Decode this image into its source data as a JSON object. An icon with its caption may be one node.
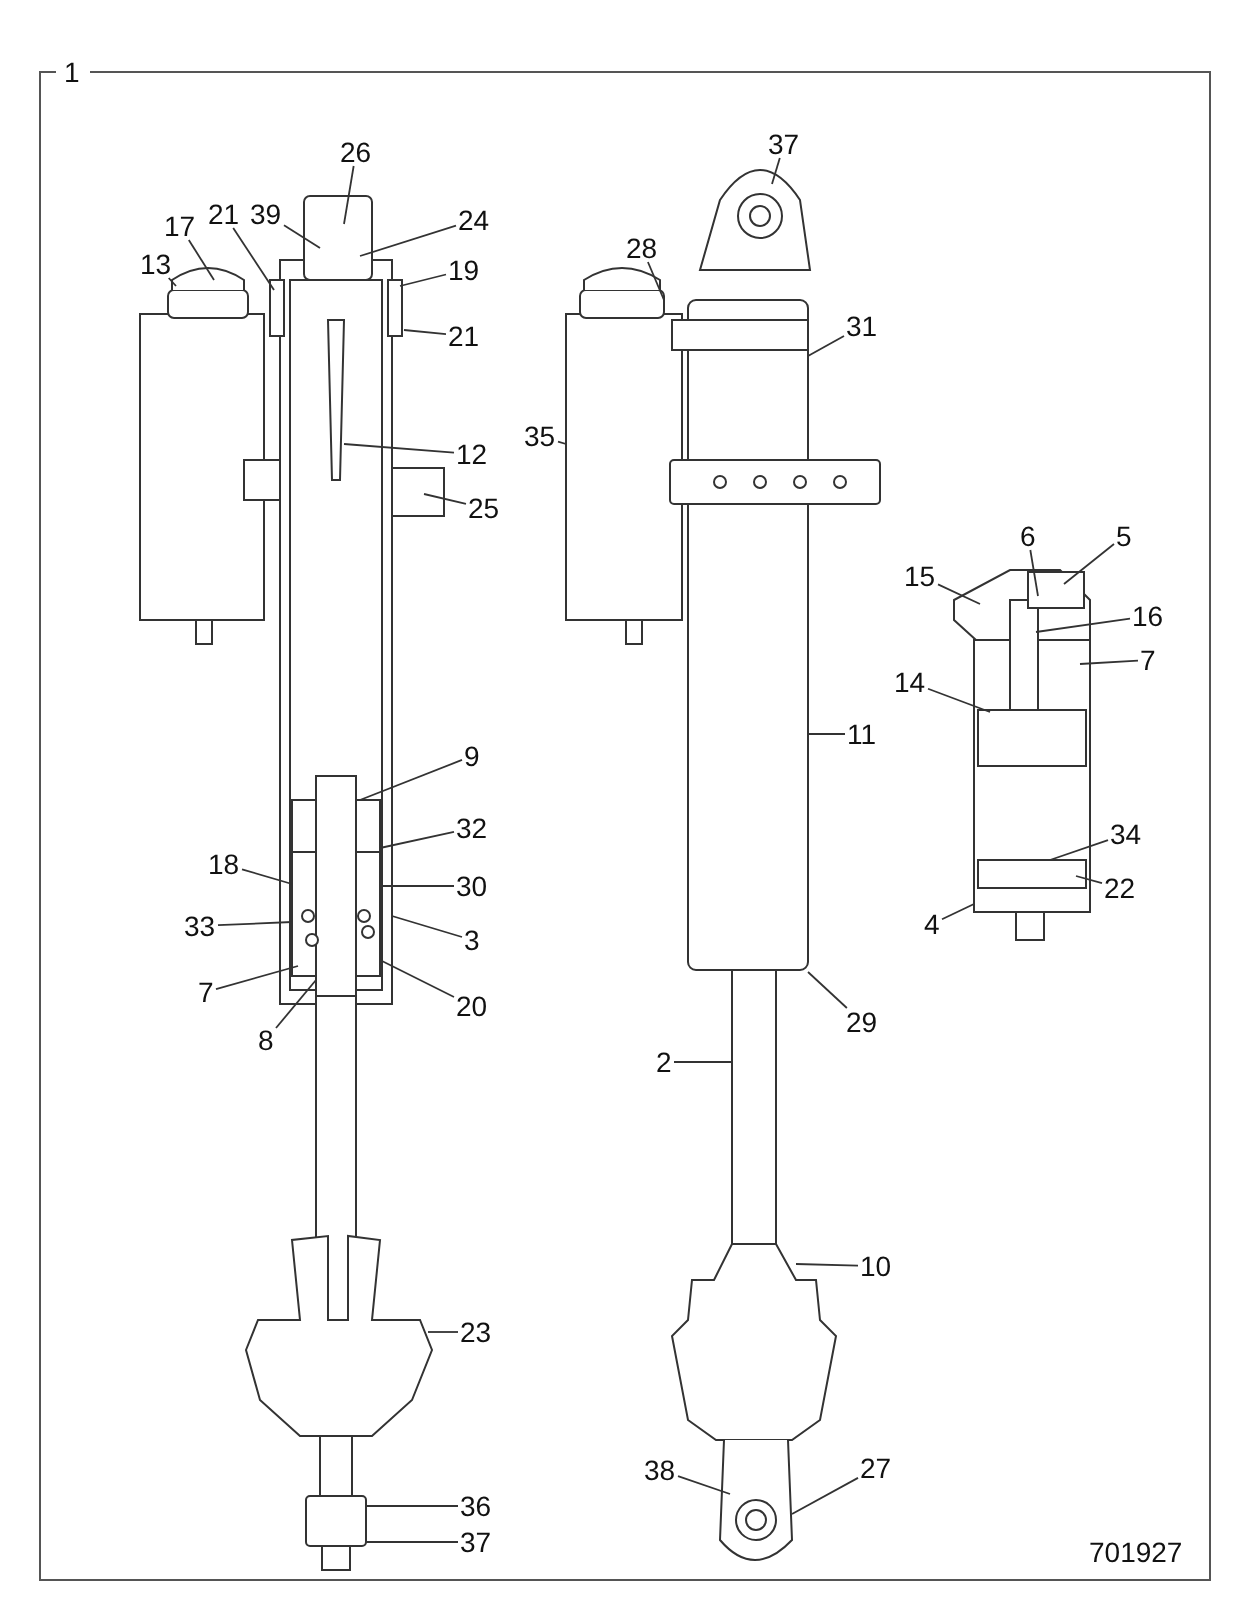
{
  "diagram": {
    "nodes": [
      {
        "text": [
          "26"
        ]
      },
      {
        "text": [
          "37"
        ]
      },
      {
        "text": [
          "17"
        ]
      },
      {
        "text": [
          "21"
        ]
      },
      {
        "text": [
          "39"
        ]
      },
      {
        "text": [
          "24"
        ]
      },
      {
        "text": [
          "28"
        ]
      },
      {
        "text": [
          "13"
        ]
      },
      {
        "text": [
          "19"
        ]
      },
      {
        "text": [
          "31"
        ]
      },
      {
        "text": [
          "21"
        ]
      },
      {
        "text": [
          "35"
        ]
      },
      {
        "text": [
          "12"
        ]
      },
      {
        "text": [
          "25"
        ]
      },
      {
        "text": [
          "6"
        ]
      },
      {
        "text": [
          "5"
        ]
      },
      {
        "text": [
          "15"
        ]
      },
      {
        "text": [
          "16"
        ]
      },
      {
        "text": [
          "7"
        ]
      },
      {
        "text": [
          "14"
        ]
      },
      {
        "text": [
          "11"
        ]
      },
      {
        "text": [
          "9"
        ]
      },
      {
        "text": [
          "32"
        ]
      },
      {
        "text": [
          "34"
        ]
      },
      {
        "text": [
          "18"
        ]
      },
      {
        "text": [
          "30"
        ]
      },
      {
        "text": [
          "22"
        ]
      },
      {
        "text": [
          "33"
        ]
      },
      {
        "text": [
          "4"
        ]
      },
      {
        "text": [
          "3"
        ]
      },
      {
        "text": [
          "7"
        ]
      },
      {
        "text": [
          "20"
        ]
      },
      {
        "text": [
          "29"
        ]
      },
      {
        "text": [
          "8"
        ]
      },
      {
        "text": [
          "2"
        ]
      },
      {
        "text": [
          "10"
        ]
      },
      {
        "text": [
          "23"
        ]
      },
      {
        "text": [
          "27"
        ]
      },
      {
        "text": [
          "38"
        ]
      },
      {
        "text": [
          "36"
        ]
      },
      {
        "text": [
          "37"
        ]
      }
    ],
    "edges": [
      {
        "from": 0,
        "to": null,
        "arrow": "none"
      },
      {
        "from": 1,
        "to": null,
        "arrow": "none"
      },
      {
        "from": 2,
        "to": null,
        "arrow": "none"
      },
      {
        "from": 3,
        "to": null,
        "arrow": "none"
      },
      {
        "from": 4,
        "to": null,
        "arrow": "none"
      },
      {
        "from": 5,
        "to": null,
        "arrow": "none"
      },
      {
        "from": 6,
        "to": null,
        "arrow": "none"
      },
      {
        "from": 7,
        "to": null,
        "arrow": "none"
      },
      {
        "from": 8,
        "to": null,
        "arrow": "none"
      },
      {
        "from": 9,
        "to": null,
        "arrow": "none"
      },
      {
        "from": 10,
        "to": null,
        "arrow": "none"
      },
      {
        "from": 11,
        "to": null,
        "arrow": "none"
      },
      {
        "from": 12,
        "to": null,
        "arrow": "none"
      },
      {
        "from": 13,
        "to": null,
        "arrow": "none"
      },
      {
        "from": 14,
        "to": null,
        "arrow": "none"
      },
      {
        "from": 15,
        "to": null,
        "arrow": "none"
      },
      {
        "from": 16,
        "to": null,
        "arrow": "none"
      },
      {
        "from": 17,
        "to": null,
        "arrow": "none"
      },
      {
        "from": 18,
        "to": null,
        "arrow": "none"
      },
      {
        "from": 19,
        "to": null,
        "arrow": "none"
      },
      {
        "from": 20,
        "to": null,
        "arrow": "none"
      },
      {
        "from": 21,
        "to": null,
        "arrow": "none"
      },
      {
        "from": 22,
        "to": null,
        "arrow": "none"
      },
      {
        "from": 23,
        "to": null,
        "arrow": "none"
      },
      {
        "from": 24,
        "to": null,
        "arrow": "none"
      },
      {
        "from": 25,
        "to": null,
        "arrow": "none"
      },
      {
        "from": 26,
        "to": null,
        "arrow": "none"
      },
      {
        "from": 27,
        "to": null,
        "arrow": "none"
      },
      {
        "from": 28,
        "to": null,
        "arrow": "none"
      },
      {
        "from": 29,
        "to": null,
        "arrow": "none"
      },
      {
        "from": 30,
        "to": null,
        "arrow": "none"
      },
      {
        "from": 31,
        "to": null,
        "arrow": "none"
      },
      {
        "from": 32,
        "to": null,
        "arrow": "none"
      },
      {
        "from": 33,
        "to": null,
        "arrow": "none"
      },
      {
        "from": 34,
        "to": null,
        "arrow": "none"
      },
      {
        "from": 35,
        "to": null,
        "arrow": "none"
      },
      {
        "from": 36,
        "to": null,
        "arrow": "none"
      },
      {
        "from": 37,
        "to": null,
        "arrow": "none"
      },
      {
        "from": 38,
        "to": null,
        "arrow": "none"
      },
      {
        "from": 39,
        "to": null,
        "arrow": "none"
      },
      {
        "from": 40,
        "to": null,
        "arrow": "none"
      }
    ],
    "labels": [
      "1",
      "701927"
    ]
  }
}
